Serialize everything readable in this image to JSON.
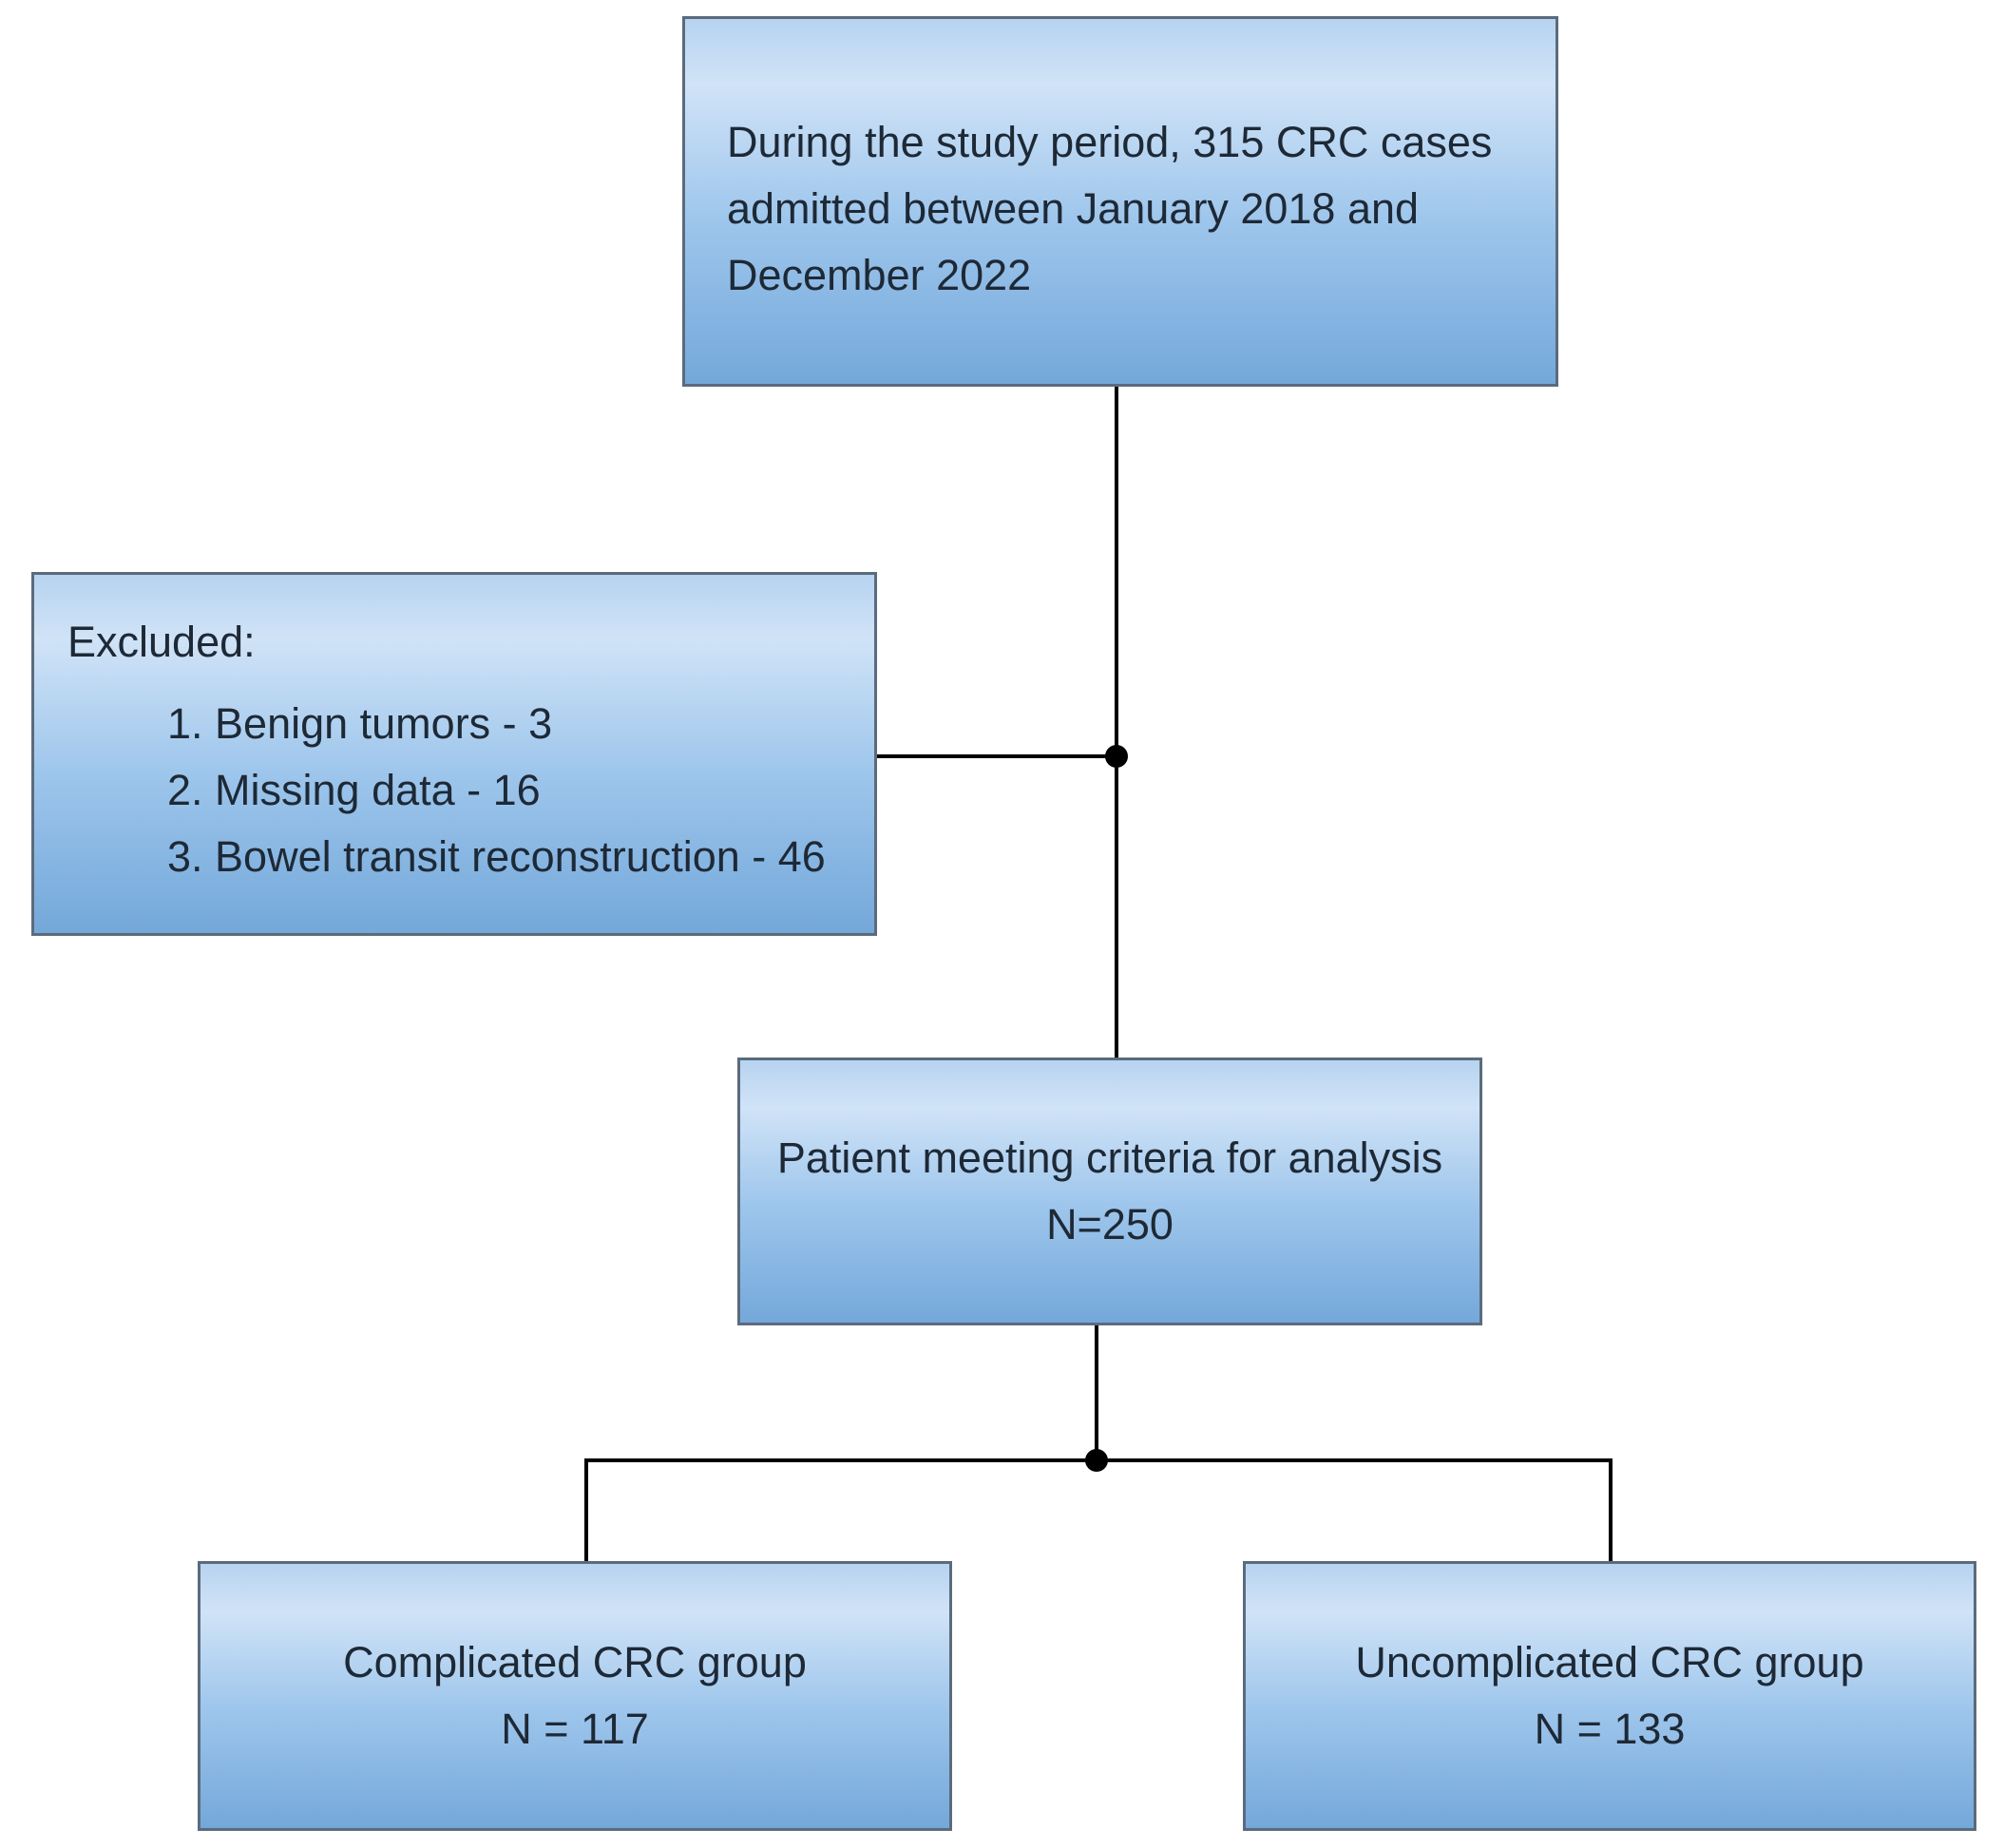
{
  "diagram": {
    "nodes": {
      "admitted": {
        "lines": [
          "During the study period, 315 CRC cases",
          "admitted between January 2018 and",
          "December 2022"
        ]
      },
      "excluded": {
        "heading": "Excluded:",
        "items": [
          "1. Benign tumors - 3",
          "2. Missing data - 16",
          "3. Bowel transit reconstruction - 46"
        ]
      },
      "eligible": {
        "lines": [
          "Patient meeting criteria for analysis",
          "N=250"
        ]
      },
      "complicated": {
        "lines": [
          "Complicated CRC group",
          "N = 117"
        ]
      },
      "uncomplicated": {
        "lines": [
          "Uncomplicated CRC group",
          "N = 133"
        ]
      }
    },
    "colors": {
      "box_border": "#5b6b7c",
      "box_fill_top": "#d0e3f7",
      "box_fill_bottom": "#74a8da",
      "connector": "#000000",
      "text": "#1e2936"
    }
  }
}
